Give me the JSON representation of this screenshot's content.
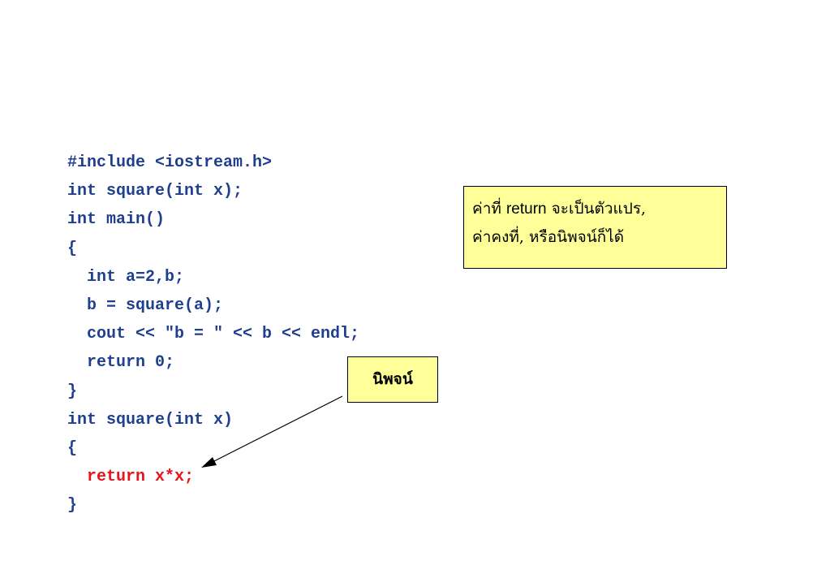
{
  "code": {
    "lines": [
      "#include <iostream.h>",
      "int square(int x);",
      "int main()",
      "{",
      "  int a=2,b;",
      "  b = square(a);",
      "  cout << \"b = \" << b << endl;",
      "  return 0;",
      "}",
      "int square(int x)",
      "{",
      "  return x*x;",
      "}"
    ],
    "highlighted_line_index": 11,
    "code_color": "#1f3f8f",
    "highlight_color": "#e8141c"
  },
  "callout_return": {
    "line1_prefix": "ค่าที่ ",
    "line1_keyword": "return",
    "line1_suffix": " จะเป็นตัวแปร,",
    "line2": "ค่าคงที่, หรือนิพจน์ก็ได้",
    "background": "#ffff99"
  },
  "callout_expression": {
    "label": "นิพจน์",
    "background": "#ffff99"
  }
}
